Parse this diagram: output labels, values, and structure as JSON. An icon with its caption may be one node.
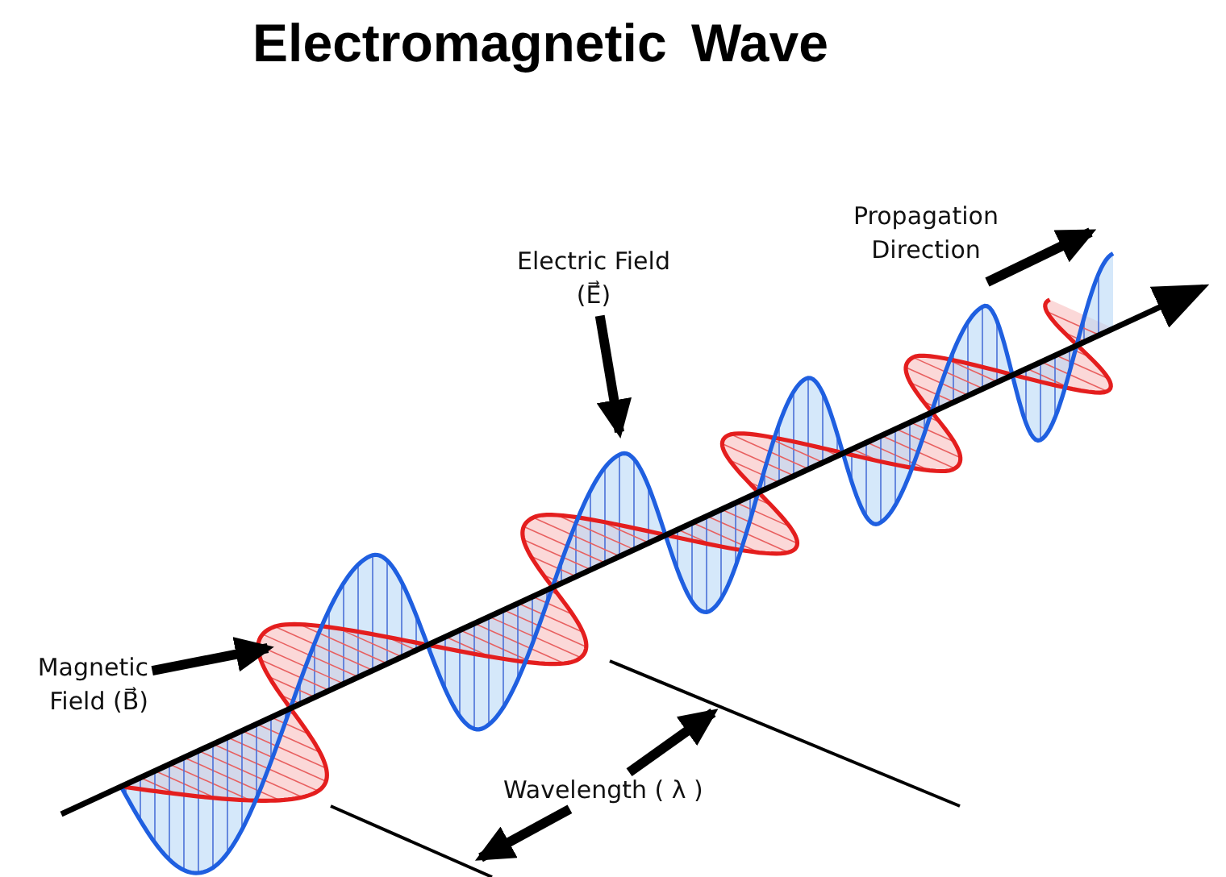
{
  "diagram": {
    "title": "Electromagnetic Wave",
    "nodes": [
      {
        "text": [
          "Electric Field (E⃗)"
        ]
      },
      {
        "text": [
          "Magnetic Field (B⃗)"
        ]
      },
      {
        "text": [
          "Wavelength ( λ )"
        ]
      }
    ],
    "edges": [
      {
        "from": 0,
        "to": null,
        "arrow": "to"
      },
      {
        "from": 1,
        "to": null,
        "arrow": "to"
      },
      {
        "from": 2,
        "to": null,
        "arrow": "to"
      },
      {
        "from": 2,
        "to": null,
        "arrow": "to"
      }
    ],
    "labels": [
      "Propagation Direction"
    ]
  }
}
